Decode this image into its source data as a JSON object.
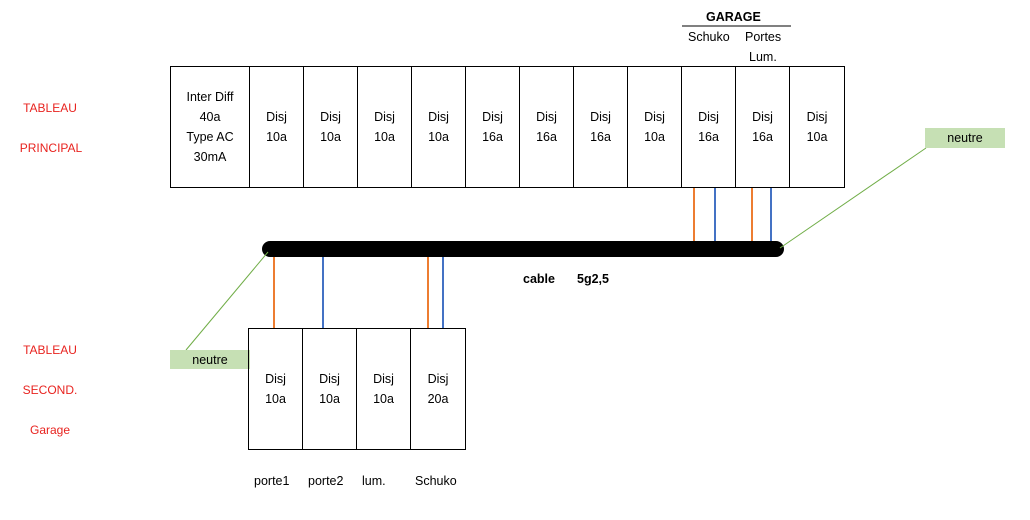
{
  "main_panel": {
    "label_line1": "TABLEAU",
    "label_line2": "PRINCIPAL",
    "first_cell": {
      "line1": "Inter Diff",
      "line2": "40a",
      "line3": "Type AC",
      "line4": "30mA"
    },
    "breakers": [
      {
        "line1": "Disj",
        "line2": "10a"
      },
      {
        "line1": "Disj",
        "line2": "10a"
      },
      {
        "line1": "Disj",
        "line2": "10a"
      },
      {
        "line1": "Disj",
        "line2": "10a"
      },
      {
        "line1": "Disj",
        "line2": "16a"
      },
      {
        "line1": "Disj",
        "line2": "16a"
      },
      {
        "line1": "Disj",
        "line2": "16a"
      },
      {
        "line1": "Disj",
        "line2": "10a"
      },
      {
        "line1": "Disj",
        "line2": "16a"
      },
      {
        "line1": "Disj",
        "line2": "16a"
      },
      {
        "line1": "Disj",
        "line2": "10a"
      }
    ]
  },
  "garage_header": {
    "title": "GARAGE",
    "schuko": "Schuko",
    "portes": "Portes",
    "lum": "Lum."
  },
  "neutre_right": "neutre",
  "neutre_left": "neutre",
  "cable": {
    "label": "cable",
    "spec": "5g2,5"
  },
  "second_panel": {
    "label_line1": "TABLEAU",
    "label_line2": "SECOND.",
    "label_line3": "Garage",
    "breakers": [
      {
        "line1": "Disj",
        "line2": "10a"
      },
      {
        "line1": "Disj",
        "line2": "10a"
      },
      {
        "line1": "Disj",
        "line2": "10a"
      },
      {
        "line1": "Disj",
        "line2": "20a"
      }
    ],
    "captions": [
      "porte1",
      "porte2",
      "lum.",
      "Schuko"
    ]
  },
  "colors": {
    "phase": "#ed7d31",
    "neutral": "#4472c4",
    "earth_line": "#70ad47",
    "label_red": "#e8231f"
  }
}
